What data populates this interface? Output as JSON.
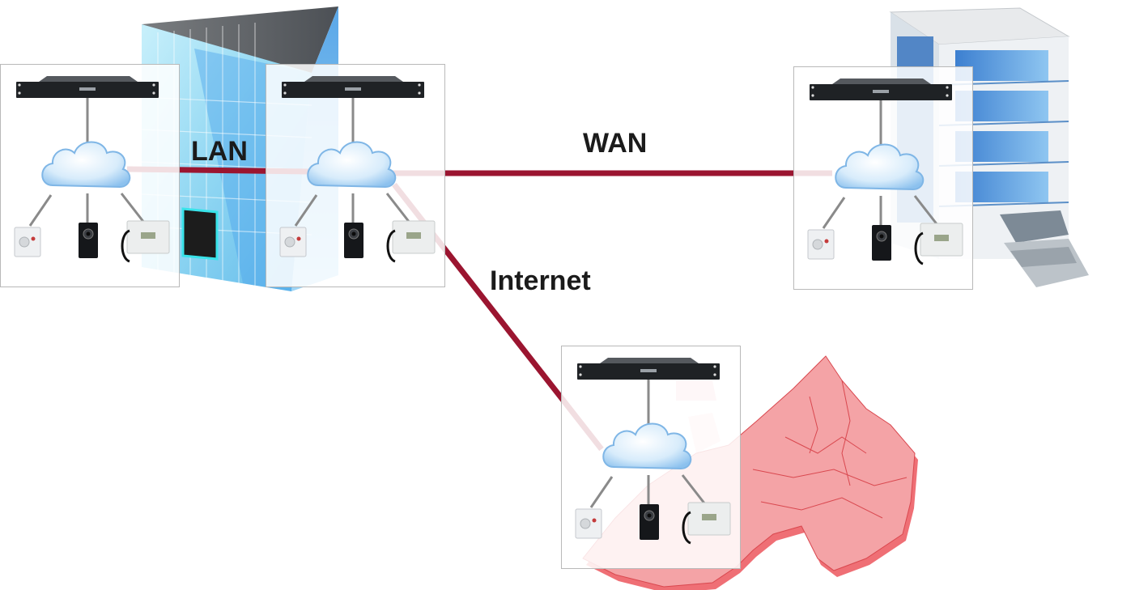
{
  "diagram": {
    "type": "network-topology",
    "link_color": "#9b1530",
    "links": [
      {
        "label": "LAN",
        "from": "site-1",
        "to": "site-2"
      },
      {
        "label": "WAN",
        "from": "site-2",
        "to": "site-3"
      },
      {
        "label": "Internet",
        "from": "site-2",
        "to": "site-4"
      }
    ],
    "sites": [
      {
        "id": "site-1",
        "context": "office tower (left, same building)",
        "devices": [
          "rack-server",
          "cloud",
          "intercom-panel",
          "video-door-station",
          "desk-master-station"
        ]
      },
      {
        "id": "site-2",
        "context": "office tower (main)",
        "devices": [
          "rack-server",
          "cloud",
          "intercom-panel",
          "video-door-station",
          "desk-master-station"
        ]
      },
      {
        "id": "site-3",
        "context": "remote office building",
        "devices": [
          "rack-server",
          "cloud",
          "intercom-panel",
          "video-door-station",
          "desk-master-station"
        ]
      },
      {
        "id": "site-4",
        "context": "Europe",
        "devices": [
          "rack-server",
          "cloud",
          "intercom-panel",
          "video-door-station",
          "desk-master-station"
        ]
      }
    ],
    "colors": {
      "glass_blue": "#8fd6f2",
      "building_blue": "#4a9be0",
      "map_red": "#f4a3a6",
      "map_shadow": "#ef6f75",
      "box_border": "#b9b9b9",
      "wire_gray": "#8a8a8a"
    }
  }
}
